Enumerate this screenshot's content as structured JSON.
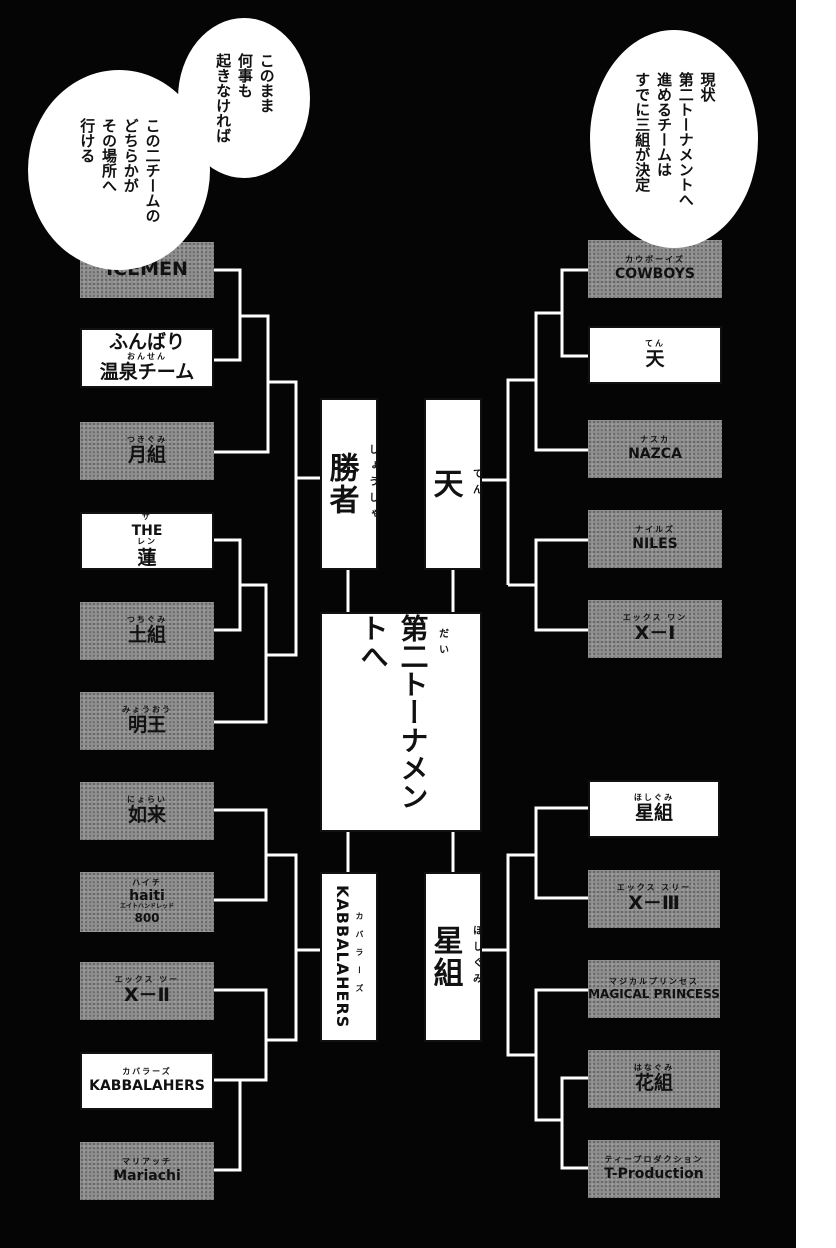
{
  "left_bracket": [
    {
      "ruby": "",
      "name": "ICEMEN",
      "style": "gray"
    },
    {
      "ruby": "おんせん",
      "name": "ふんばり",
      "name2": "温泉チーム",
      "style": "white"
    },
    {
      "ruby": "つきぐみ",
      "name": "月組",
      "style": "gray"
    },
    {
      "ruby": "ザ",
      "name": "THE",
      "ruby2": "レン",
      "name2": "蓮",
      "style": "white"
    },
    {
      "ruby": "つちぐみ",
      "name": "土組",
      "style": "gray"
    },
    {
      "ruby": "みょうおう",
      "name": "明王",
      "style": "gray"
    },
    {
      "ruby": "にょらい",
      "name": "如来",
      "style": "gray"
    },
    {
      "ruby": "ハイチ",
      "name": "haiti",
      "ruby2": "エイトハンドレッド",
      "name2": "800",
      "style": "gray"
    },
    {
      "ruby": "エックス ツー",
      "name": "X－Ⅱ",
      "style": "gray"
    },
    {
      "ruby": "カバラーズ",
      "name": "KABBALAHERS",
      "style": "white"
    },
    {
      "ruby": "マリアッチ",
      "name": "Mariachi",
      "style": "gray"
    }
  ],
  "right_bracket": [
    {
      "ruby": "カウボーイズ",
      "name": "COWBOYS",
      "style": "gray"
    },
    {
      "ruby": "てん",
      "name": "天",
      "style": "white"
    },
    {
      "ruby": "ナスカ",
      "name": "NAZCA",
      "style": "gray"
    },
    {
      "ruby": "ナイルズ",
      "name": "NILES",
      "style": "gray"
    },
    {
      "ruby": "エックス ワン",
      "name": "X－Ⅰ",
      "style": "gray"
    },
    {
      "ruby": "ほしぐみ",
      "name": "星組",
      "style": "white"
    },
    {
      "ruby": "エックス スリー",
      "name": "X－Ⅲ",
      "style": "gray"
    },
    {
      "ruby": "マジカルプリンセス",
      "name": "MAGICAL PRINCESS",
      "style": "gray"
    },
    {
      "ruby": "はなぐみ",
      "name": "花組",
      "style": "gray"
    },
    {
      "ruby": "ティープロダクション",
      "name": "T-Production",
      "style": "gray"
    }
  ],
  "winners": {
    "top_left": {
      "text": "勝者",
      "ruby": "しょうしゃ"
    },
    "top_right": {
      "text": "天",
      "ruby": "てん"
    },
    "bottom_left": {
      "text": "KABBALAHERS",
      "ruby": "カバラーズ"
    },
    "bottom_right": {
      "text": "星組",
      "ruby": "ほしぐみ"
    }
  },
  "center": {
    "text": "第二トーナメントへ",
    "ruby": "だい"
  },
  "bubbles": {
    "top_left_small": "このまま\n何事も\n起きなければ",
    "top_left_large": "この二チームの\nどちらかが\nその場所へ\n行ける",
    "top_right": "現状\n第二トーナメントへ\n進めるチームは\nすでに三組が決定"
  },
  "colors": {
    "background": "#050505",
    "box_gray": "#8e8e8e",
    "box_white": "#ffffff",
    "line": "#ffffff"
  }
}
